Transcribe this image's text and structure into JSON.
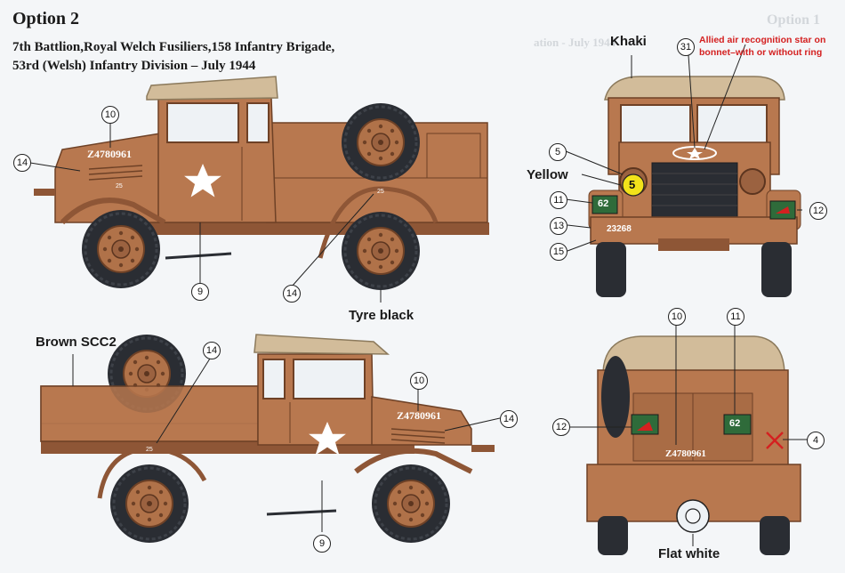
{
  "option_title": "Option 2",
  "unit_lines": [
    "7th Battlion,Royal Welch Fusiliers,158 Infantry Brigade,",
    "53rd (Welsh) Infantry Division – July 1944"
  ],
  "bleed_through": {
    "option": "Option 1",
    "date": "ation - July 1944"
  },
  "color_labels": {
    "khaki": "Khaki",
    "yellow": "Yellow",
    "tyre": "Tyre black",
    "brown": "Brown SCC2",
    "flat_white": "Flat white"
  },
  "note_red": "Allied air recognition star on bonnet–with or without ring",
  "registration": "Z4780961",
  "front_serial": "23268",
  "tac_sign": "62",
  "bridge_class": "5",
  "weight_mark": "25",
  "callouts": {
    "side1_10": "10",
    "side1_14": "14",
    "side1_9": "9",
    "side1_14b": "14",
    "front_31": "31",
    "front_5": "5",
    "front_11": "11",
    "front_13": "13",
    "front_15": "15",
    "front_12": "12",
    "side2_14": "14",
    "side2_10": "10",
    "side2_14b": "14",
    "side2_9": "9",
    "rear_10": "10",
    "rear_11": "11",
    "rear_12": "12",
    "rear_4": "4"
  },
  "colors": {
    "body": "#b8784f",
    "body_dark": "#8e5636",
    "canvas": "#d2bc9a",
    "tyre": "#2a2d33",
    "wheel_hub": "#b07249",
    "glass": "#eef2f5",
    "note": "#d42020",
    "yellow": "#f2e21a",
    "sign_green": "#2f6b3a"
  }
}
